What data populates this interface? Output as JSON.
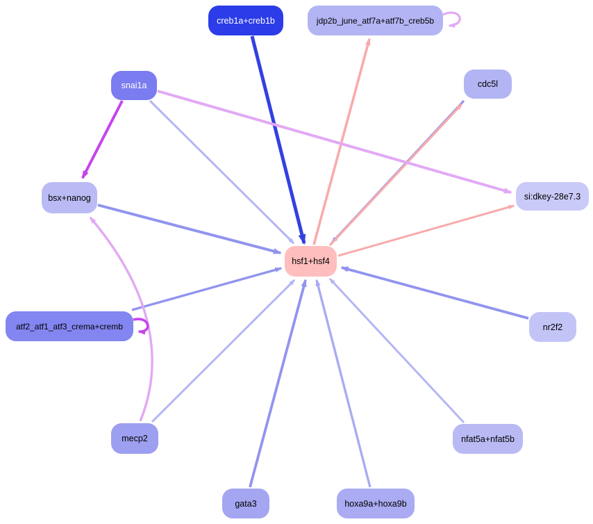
{
  "diagram": {
    "type": "gene-regulatory-network-graph",
    "background_color": "#ffffff",
    "central_node": "hsf1+hsf4",
    "nodes": [
      {
        "id": "creb1a-creb1b",
        "label": "creb1a+creb1b",
        "fill": "#2b3ce8",
        "text_color": "#ffffff"
      },
      {
        "id": "jdp2b-june-atf7a-atf7b-creb5b",
        "label": "jdp2b_june_atf7a+atf7b_creb5b",
        "fill": "#b3b4f3",
        "text_color": "#000000"
      },
      {
        "id": "snai1a",
        "label": "snai1a",
        "fill": "#7b7cf0",
        "text_color": "#ffffff"
      },
      {
        "id": "cdc5l",
        "label": "cdc5l",
        "fill": "#b3b4f3",
        "text_color": "#000000"
      },
      {
        "id": "bsx-nanog",
        "label": "bsx+nanog",
        "fill": "#babbf4",
        "text_color": "#000000"
      },
      {
        "id": "si-dkey-28e7.3",
        "label": "si:dkey-28e7.3",
        "fill": "#c9caf7",
        "text_color": "#000000"
      },
      {
        "id": "hsf1-hsf4",
        "label": "hsf1+hsf4",
        "fill": "#ffbebe",
        "text_color": "#000000"
      },
      {
        "id": "atf2-atf1-atf3-crema-cremb",
        "label": "atf2_atf1_atf3_crema+cremb",
        "fill": "#8385f0",
        "text_color": "#000000"
      },
      {
        "id": "nr2f2",
        "label": "nr2f2",
        "fill": "#c3c4f6",
        "text_color": "#000000"
      },
      {
        "id": "mecp2",
        "label": "mecp2",
        "fill": "#9d9ff0",
        "text_color": "#000000"
      },
      {
        "id": "nfat5a-nfat5b",
        "label": "nfat5a+nfat5b",
        "fill": "#b9baf4",
        "text_color": "#000000"
      },
      {
        "id": "gata3",
        "label": "gata3",
        "fill": "#a4a6f1",
        "text_color": "#000000"
      },
      {
        "id": "hoxa9a-hoxa9b",
        "label": "hoxa9a+hoxa9b",
        "fill": "#aaabf2",
        "text_color": "#000000"
      }
    ],
    "edge_colors": {
      "dark_blue": "#3340e0",
      "periwinkle": "#9194ee",
      "mid_periwinkle": "#a9abf2",
      "light_periwinkle": "#b4b6f4",
      "salmon": "#f8abab",
      "plum": "#e2a9f4",
      "magenta": "#c643ee"
    },
    "edges": [
      {
        "from": "creb1a+creb1b",
        "to": "hsf1+hsf4",
        "color": "dark_blue",
        "kind": "straight"
      },
      {
        "from": "snai1a",
        "to": "bsx+nanog",
        "color": "magenta",
        "kind": "straight"
      },
      {
        "from": "snai1a",
        "to": "si:dkey-28e7.3",
        "color": "plum",
        "kind": "straight"
      },
      {
        "from": "snai1a",
        "to": "hsf1+hsf4",
        "color": "light_periwinkle",
        "kind": "straight"
      },
      {
        "from": "bsx+nanog",
        "to": "hsf1+hsf4",
        "color": "periwinkle",
        "kind": "straight"
      },
      {
        "from": "cdc5l",
        "to": "hsf1+hsf4",
        "color": "periwinkle",
        "kind": "straight"
      },
      {
        "from": "hsf1+hsf4",
        "to": "cdc5l",
        "color": "salmon",
        "kind": "straight"
      },
      {
        "from": "hsf1+hsf4",
        "to": "jdp2b_june_atf7a+atf7b_creb5b",
        "color": "salmon",
        "kind": "straight"
      },
      {
        "from": "hsf1+hsf4",
        "to": "si:dkey-28e7.3",
        "color": "salmon",
        "kind": "straight"
      },
      {
        "from": "jdp2b_june_atf7a+atf7b_creb5b",
        "to": "jdp2b_june_atf7a+atf7b_creb5b",
        "color": "plum",
        "kind": "self-loop"
      },
      {
        "from": "atf2_atf1_atf3_crema+cremb",
        "to": "hsf1+hsf4",
        "color": "periwinkle",
        "kind": "straight"
      },
      {
        "from": "atf2_atf1_atf3_crema+cremb",
        "to": "atf2_atf1_atf3_crema+cremb",
        "color": "magenta",
        "kind": "self-loop"
      },
      {
        "from": "mecp2",
        "to": "bsx+nanog",
        "color": "plum",
        "kind": "curved"
      },
      {
        "from": "mecp2",
        "to": "hsf1+hsf4",
        "color": "light_periwinkle",
        "kind": "straight"
      },
      {
        "from": "gata3",
        "to": "hsf1+hsf4",
        "color": "periwinkle",
        "kind": "straight"
      },
      {
        "from": "hoxa9a+hoxa9b",
        "to": "hsf1+hsf4",
        "color": "mid_periwinkle",
        "kind": "straight"
      },
      {
        "from": "nfat5a+nfat5b",
        "to": "hsf1+hsf4",
        "color": "light_periwinkle",
        "kind": "straight"
      },
      {
        "from": "nr2f2",
        "to": "hsf1+hsf4",
        "color": "periwinkle",
        "kind": "straight"
      }
    ]
  }
}
